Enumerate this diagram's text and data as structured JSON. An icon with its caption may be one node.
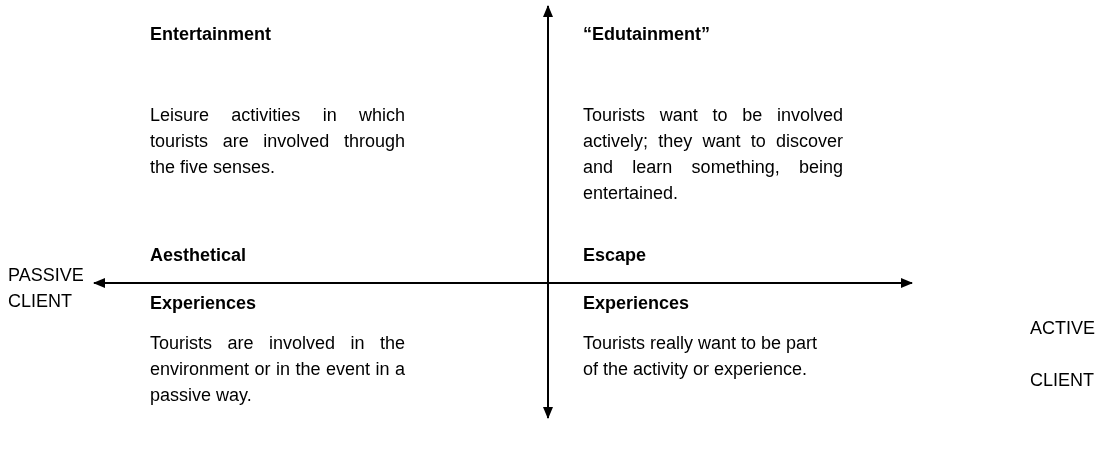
{
  "diagram": {
    "labels": [
      "Entertainment",
      "“Edutainment”",
      "Leisure activities in which tourists are involved through the five senses.",
      "Tourists want to be involved actively; they want to discover and learn something, being entertained.",
      "Aesthetical",
      "Escape",
      "PASSIVE CLIENT",
      "Experiences",
      "Experiences",
      "ACTIVE CLIENT",
      "Tourists are involved in the environment or in the event in a passive way.",
      "Tourists really want to be part of the activity or experience."
    ]
  }
}
